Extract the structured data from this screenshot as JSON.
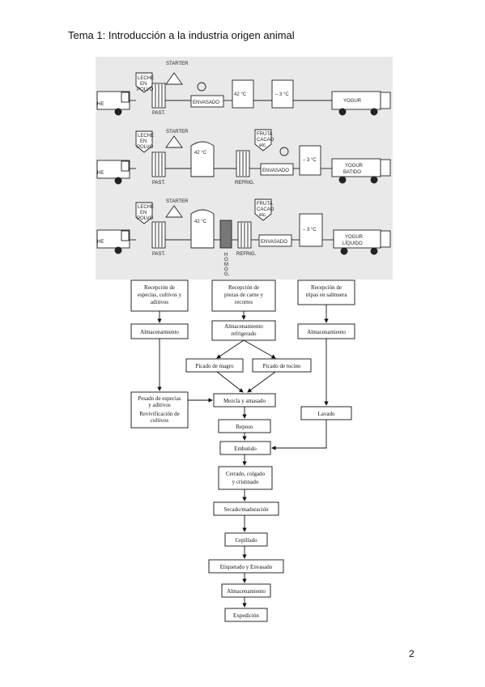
{
  "header": {
    "title": "Tema 1: Introducción a la industria origen animal"
  },
  "page_number": "2",
  "yogurt_lines": [
    {
      "powder": [
        "LECHE",
        "EN",
        "POLVO"
      ],
      "starter": "STARTER",
      "labels": [
        "PAST.",
        "ENVASADO",
        "42 °C",
        "– 3 °C"
      ],
      "product": [
        "YOGUR"
      ],
      "left": "HE"
    },
    {
      "powder": [
        "LECHE",
        "EN",
        "POLVO"
      ],
      "starter": "STARTER",
      "labels": [
        "PAST.",
        "42 °C",
        "REFRIG.",
        "ENVASADO",
        "– 3 °C"
      ],
      "fruit": [
        "FRUTA",
        "CACAO",
        "etc."
      ],
      "product": [
        "YOGUR",
        "BATIDO"
      ],
      "left": "HE"
    },
    {
      "powder": [
        "LECHE",
        "EN",
        "POLVO"
      ],
      "starter": "STARTER",
      "labels": [
        "PAST.",
        "42 °C",
        "REFRIG.",
        "ENVASADO",
        "– 3 °C"
      ],
      "homog": [
        "H",
        "O",
        "M",
        "O",
        "G."
      ],
      "fruit": [
        "FRUTA",
        "CACAO",
        "etc."
      ],
      "product": [
        "YOGUR",
        "LÍQUIDO"
      ],
      "left": "HE"
    }
  ],
  "flow": {
    "reception_spices": [
      "Recepción de",
      "especias, cultivos y",
      "aditivos"
    ],
    "reception_meat": [
      "Recepción de",
      "piezas de carne y",
      "recortes"
    ],
    "reception_casings": [
      "Recepción de",
      "tripas en salmuera"
    ],
    "storage_left": "Almacenamiento",
    "storage_mid": [
      "Almacenamiento",
      "refrigerado"
    ],
    "storage_right": "Almacenamiento",
    "mince_lean": "Picado de magro",
    "mince_bacon": "Picado de tocino",
    "weigh": [
      "Pesado de especias",
      "y aditivos",
      "Revivificación de",
      "cultivos"
    ],
    "mix": "Mezcla y amasado",
    "rest": "Reposo",
    "wash": "Lavado",
    "stuff": "Embutido",
    "tie": [
      "Cerrado, colgado",
      "y cristinado"
    ],
    "dry": "Secado/maduración",
    "brush": "Cepillado",
    "label": "Etiquetado y Envasado",
    "store": "Almacenamiento",
    "ship": "Expedición"
  }
}
